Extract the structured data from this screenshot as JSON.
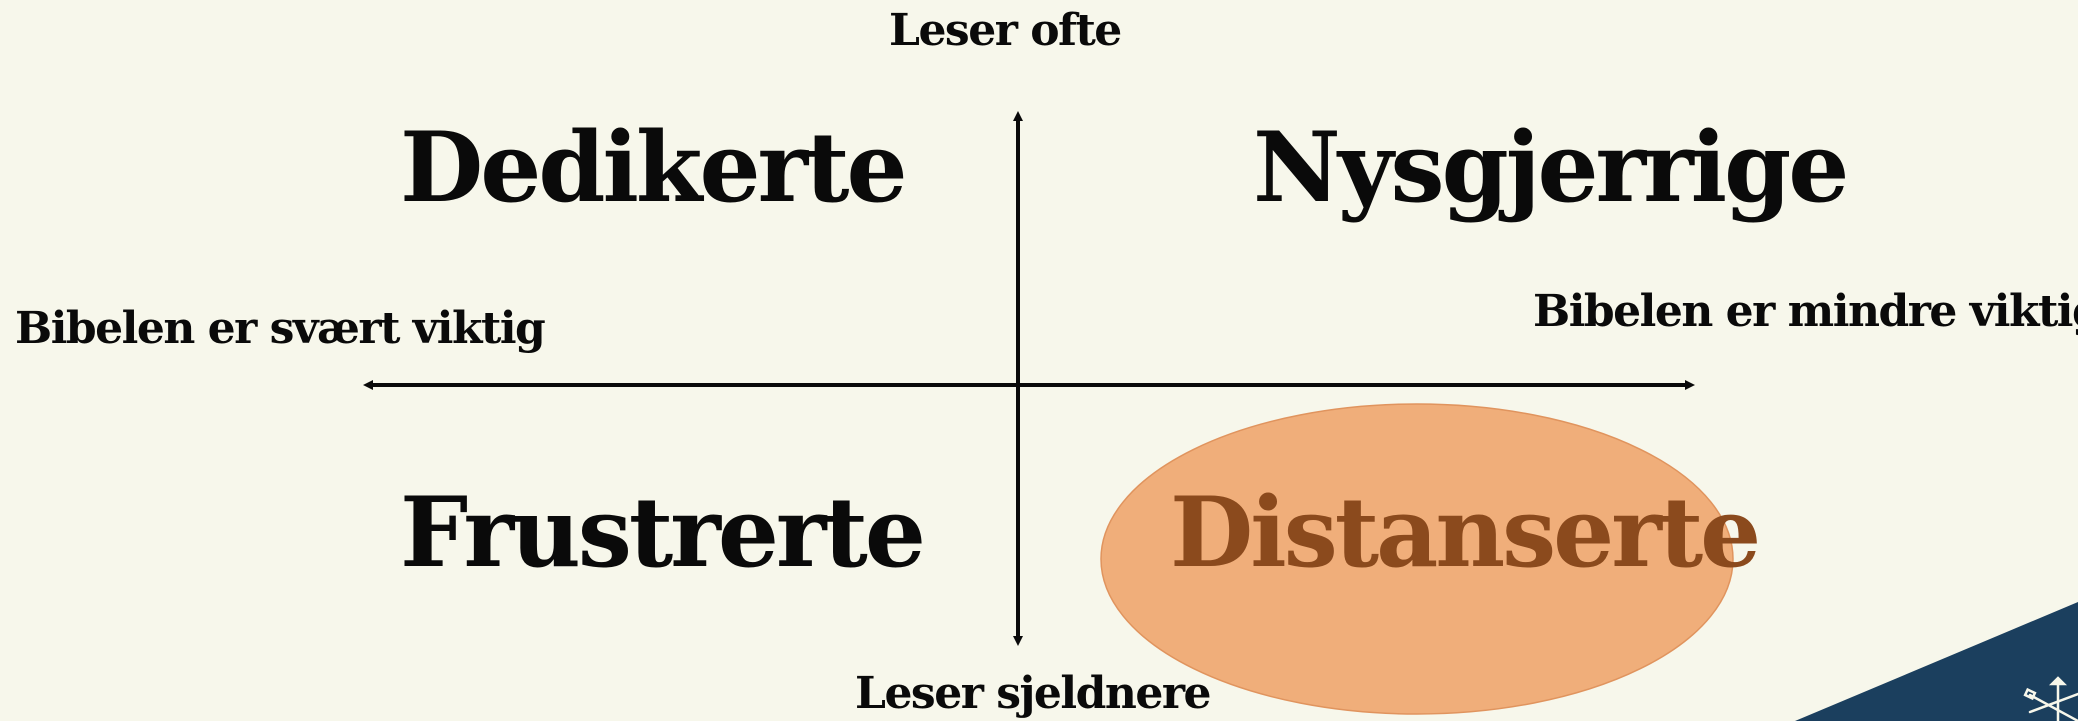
{
  "diagram": {
    "axis_labels": {
      "top": "Leser ofte",
      "bottom": "Leser sjeldnere",
      "left": "Bibelen er svært viktig",
      "right": "Bibelen er mindre viktig"
    },
    "quadrants": {
      "top_left": "Dedikerte",
      "top_right": "Nysgjerrige",
      "bottom_left": "Frustrerte",
      "bottom_right": "Distanserte"
    },
    "highlighted_quadrant": "bottom_right",
    "colors": {
      "background": "#f7f7eb",
      "text": "#0a0a0a",
      "highlight_fill": "#f0ae7a",
      "highlight_stroke": "#e0945e",
      "highlight_text": "#8b4a1d",
      "corner_accent": "#1b3f5e"
    },
    "decorations": {
      "corner_icon": "snowflake-icon"
    }
  }
}
